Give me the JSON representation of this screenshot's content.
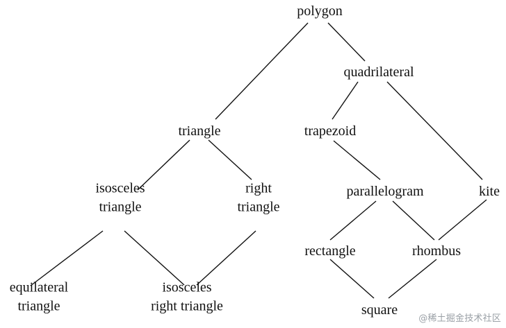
{
  "diagram": {
    "nodes": {
      "polygon": [
        "polygon"
      ],
      "quadrilateral": [
        "quadrilateral"
      ],
      "triangle": [
        "triangle"
      ],
      "trapezoid": [
        "trapezoid"
      ],
      "isosceles_triangle": [
        "isosceles",
        "triangle"
      ],
      "right_triangle": [
        "right",
        "triangle"
      ],
      "parallelogram": [
        "parallelogram"
      ],
      "kite": [
        "kite"
      ],
      "rectangle": [
        "rectangle"
      ],
      "rhombus": [
        "rhombus"
      ],
      "equilateral_triangle": [
        "equilateral",
        "triangle"
      ],
      "isosceles_right_triangle": [
        "isosceles",
        "right triangle"
      ],
      "square": [
        "square"
      ]
    },
    "edges": [
      [
        "polygon",
        "triangle"
      ],
      [
        "polygon",
        "quadrilateral"
      ],
      [
        "quadrilateral",
        "trapezoid"
      ],
      [
        "quadrilateral",
        "kite"
      ],
      [
        "triangle",
        "isosceles_triangle"
      ],
      [
        "triangle",
        "right_triangle"
      ],
      [
        "trapezoid",
        "parallelogram"
      ],
      [
        "isosceles_triangle",
        "equilateral_triangle"
      ],
      [
        "isosceles_triangle",
        "isosceles_right_triangle"
      ],
      [
        "right_triangle",
        "isosceles_right_triangle"
      ],
      [
        "parallelogram",
        "rectangle"
      ],
      [
        "parallelogram",
        "rhombus"
      ],
      [
        "kite",
        "rhombus"
      ],
      [
        "rectangle",
        "square"
      ],
      [
        "rhombus",
        "square"
      ]
    ]
  },
  "watermark": "@稀土掘金技术社区"
}
